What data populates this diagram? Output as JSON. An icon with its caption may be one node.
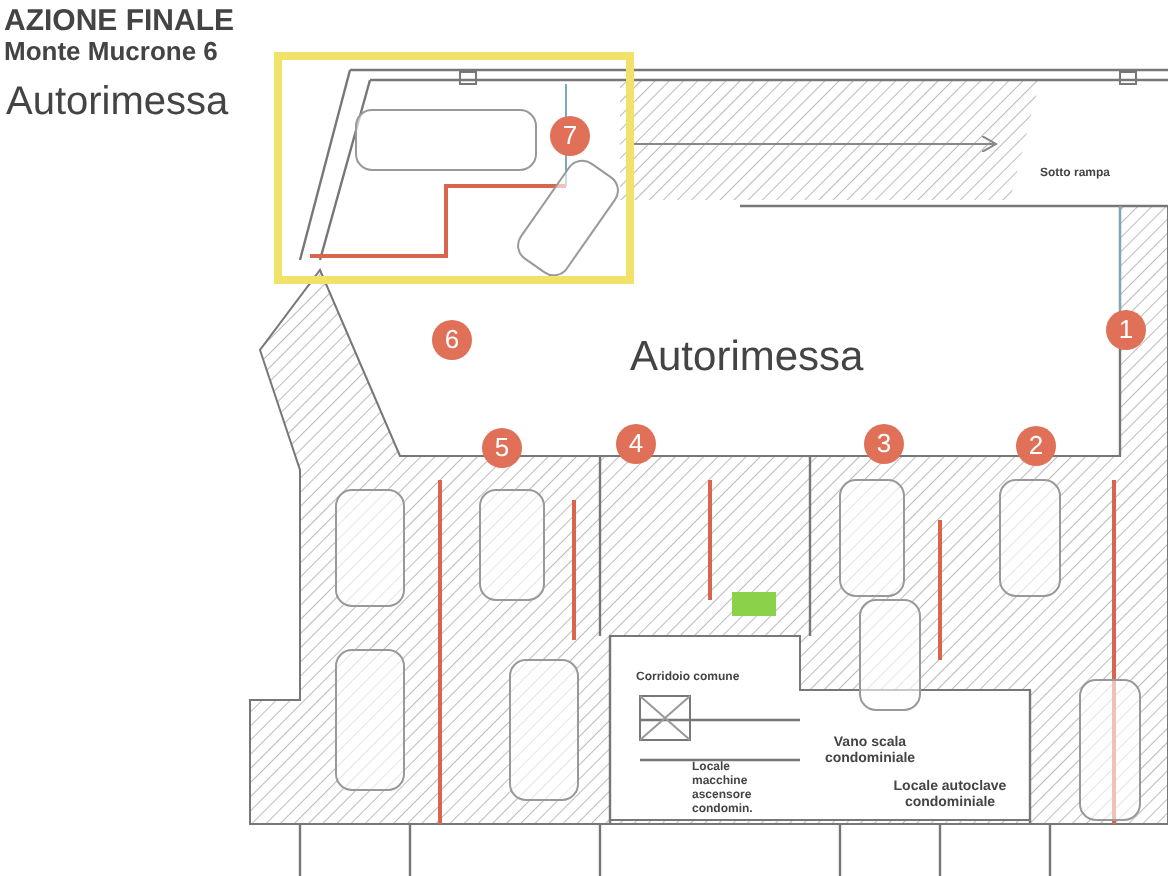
{
  "diagram": {
    "nodes": [
      {
        "text": [
          "7"
        ]
      },
      {
        "text": [
          "6"
        ]
      },
      {
        "text": [
          "1"
        ]
      },
      {
        "text": [
          "5"
        ]
      },
      {
        "text": [
          "4"
        ]
      },
      {
        "text": [
          "3"
        ]
      },
      {
        "text": [
          "2"
        ]
      }
    ],
    "labels": [
      "AZIONE FINALE",
      "Monte Mucrone 6",
      "Autorimessa",
      "Sotto rampa",
      "Autorimessa",
      "Corridoio comune",
      "Vano scala condominiale",
      "Locale macchine ascensore condomin.",
      "Locale autoclave condominiale"
    ]
  }
}
